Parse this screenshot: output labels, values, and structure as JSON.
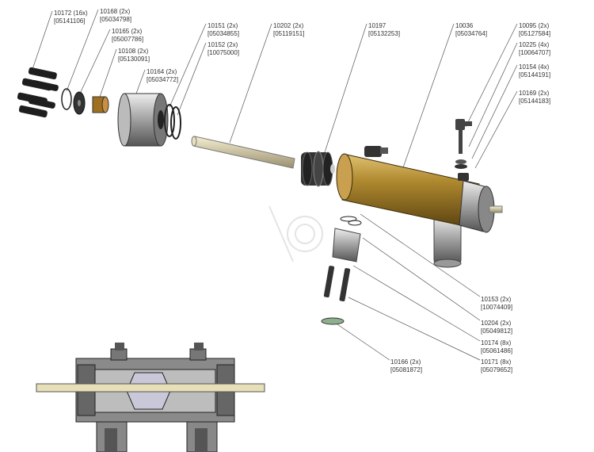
{
  "parts": [
    {
      "id": "10172 (16x)",
      "code": "[05141106]"
    },
    {
      "id": "10168 (2x)",
      "code": "[05034798]"
    },
    {
      "id": "10165 (2x)",
      "code": "[05007786]"
    },
    {
      "id": "10108 (2x)",
      "code": "[05130091]"
    },
    {
      "id": "10164 (2x)",
      "code": "[05034772]"
    },
    {
      "id": "10151 (2x)",
      "code": "[05034855]"
    },
    {
      "id": "10152 (2x)",
      "code": "[10075000]"
    },
    {
      "id": "10202 (2x)",
      "code": "[05119151]"
    },
    {
      "id": "10197",
      "code": "[05132253]"
    },
    {
      "id": "10036",
      "code": "[05034764]"
    },
    {
      "id": "10095 (2x)",
      "code": "[05127584]"
    },
    {
      "id": "10225 (4x)",
      "code": "[10064707]"
    },
    {
      "id": "10154 (4x)",
      "code": "[05144191]"
    },
    {
      "id": "10169 (2x)",
      "code": "[05144183]"
    },
    {
      "id": "10153 (2x)",
      "code": "[10074409]"
    },
    {
      "id": "10204 (2x)",
      "code": "[05049812]"
    },
    {
      "id": "10174 (8x)",
      "code": "[05061486]"
    },
    {
      "id": "10171 (8x)",
      "code": "[05079652]"
    },
    {
      "id": "10166 (2x)",
      "code": "[05081872]"
    }
  ],
  "colors": {
    "brass": "#a8842a",
    "steel": "#9a9a9a",
    "dark": "#222222",
    "rod": "#d8d0a8"
  }
}
